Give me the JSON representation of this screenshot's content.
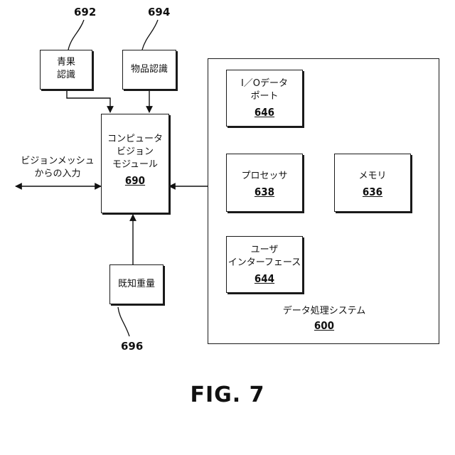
{
  "refs": {
    "r692": "692",
    "r694": "694",
    "r696": "696"
  },
  "blocks": {
    "blue_fruit": {
      "line1": "青果",
      "line2": "認識"
    },
    "object": {
      "label": "物品認識"
    },
    "cv": {
      "line1": "コンピュータ",
      "line2": "ビジョン",
      "line3": "モジュール",
      "num": "690"
    },
    "input": {
      "line1": "ビジョンメッシュ",
      "line2": "からの入力"
    },
    "known_weight": {
      "label": "既知重量"
    },
    "io": {
      "line1": "I／Oデータ",
      "line2": "ポート",
      "num": "646"
    },
    "processor": {
      "label": "プロセッサ",
      "num": "638"
    },
    "memory": {
      "label": "メモリ",
      "num": "636"
    },
    "ui": {
      "line1": "ユーザ",
      "line2": "インターフェース",
      "num": "644"
    },
    "system": {
      "label": "データ処理システム",
      "num": "600"
    }
  },
  "figure_label": "FIG. 7"
}
